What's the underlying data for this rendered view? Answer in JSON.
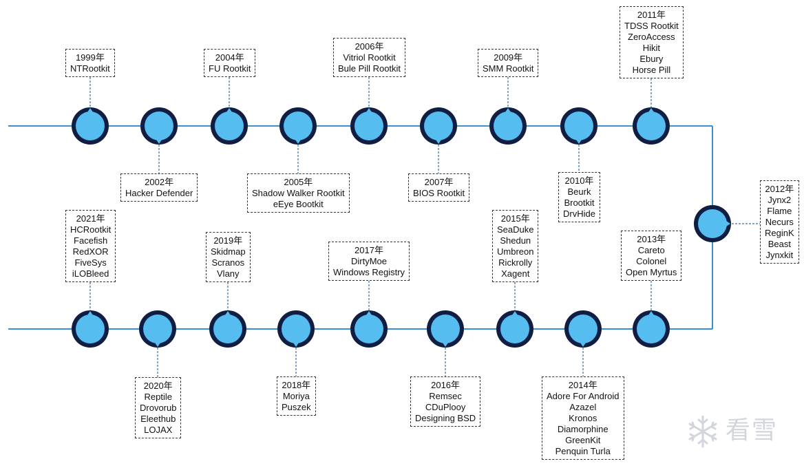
{
  "colors": {
    "node_fill": "#55bdf0",
    "node_ring": "#0f1e42",
    "line": "#3a8fd0",
    "connector": "#3a6e9e",
    "box_border": "#333333",
    "watermark": "#c9ced6"
  },
  "events": [
    {
      "year": "1999年",
      "items": [
        "NTRootkit"
      ]
    },
    {
      "year": "2002年",
      "items": [
        "Hacker Defender"
      ]
    },
    {
      "year": "2004年",
      "items": [
        "FU Rootkit"
      ]
    },
    {
      "year": "2005年",
      "items": [
        "Shadow Walker Rootkit",
        "eEye Bootkit"
      ]
    },
    {
      "year": "2006年",
      "items": [
        "Vitriol Rootkit",
        "Bule Pill Rootkit"
      ]
    },
    {
      "year": "2007年",
      "items": [
        "BIOS Rootkit"
      ]
    },
    {
      "year": "2009年",
      "items": [
        "SMM Rootkit"
      ]
    },
    {
      "year": "2010年",
      "items": [
        "Beurk",
        "Brootkit",
        "DrvHide"
      ]
    },
    {
      "year": "2011年",
      "items": [
        "TDSS Rootkit",
        "ZeroAccess",
        "Hikit",
        "Ebury",
        "Horse Pill"
      ]
    },
    {
      "year": "2012年",
      "items": [
        "Jynx2",
        "Flame",
        "Necurs",
        "ReginK",
        "Beast",
        "Jynxkit"
      ]
    },
    {
      "year": "2013年",
      "items": [
        "Careto",
        "Colonel",
        "Open Myrtus"
      ]
    },
    {
      "year": "2014年",
      "items": [
        "Adore For Android",
        "Azazel",
        "Kronos",
        "Diamorphine",
        "GreenKit",
        "Penquin Turla"
      ]
    },
    {
      "year": "2015年",
      "items": [
        "SeaDuke",
        "Shedun",
        "Umbreon",
        "Rickrolly",
        "Xagent"
      ]
    },
    {
      "year": "2016年",
      "items": [
        "Remsec",
        "CDuPlooy",
        "Designing BSD"
      ]
    },
    {
      "year": "2017年",
      "items": [
        "DirtyMoe",
        "Windows Registry"
      ]
    },
    {
      "year": "2018年",
      "items": [
        "Moriya",
        "Puszek"
      ]
    },
    {
      "year": "2019年",
      "items": [
        "Skidmap",
        "Scranos",
        "Vlany"
      ]
    },
    {
      "year": "2020年",
      "items": [
        "Reptile",
        "Drovorub",
        "Eleethub",
        "LOJAX"
      ]
    },
    {
      "year": "2021年",
      "items": [
        "HCRootkit",
        "Facefish",
        "RedXOR",
        "FiveSys",
        "iLOBleed"
      ]
    }
  ],
  "watermark": {
    "text": "看雪",
    "icon": "snowflake-icon"
  }
}
